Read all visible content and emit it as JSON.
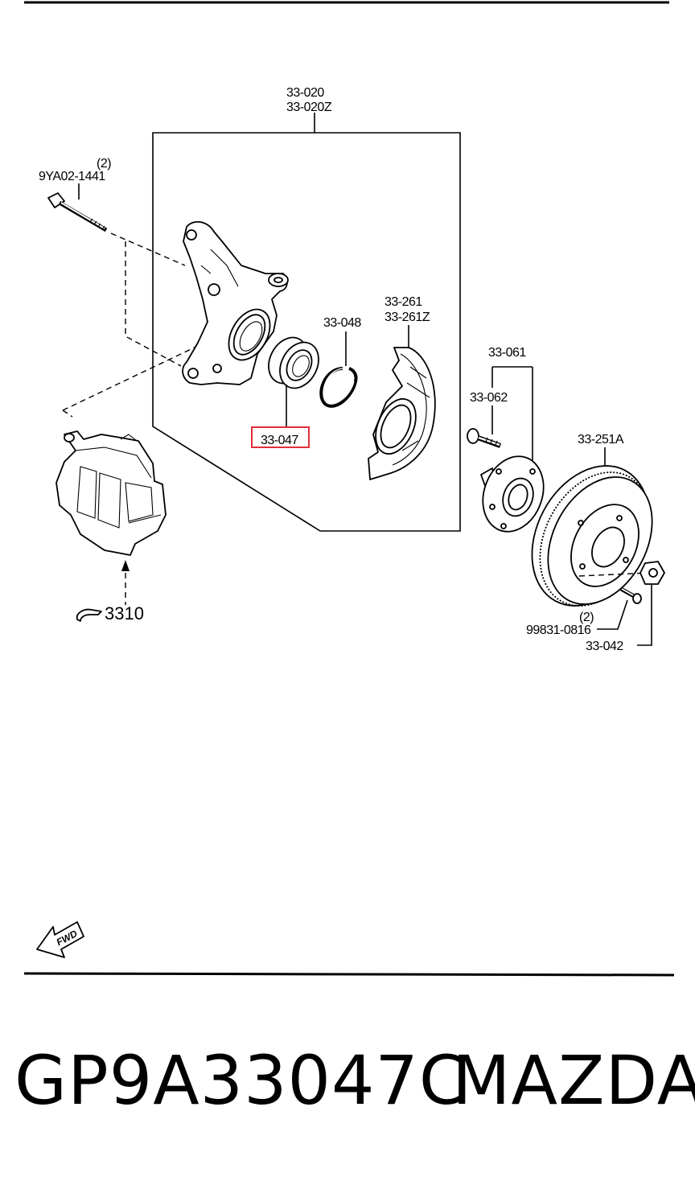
{
  "diagram": {
    "labels": {
      "knuckle_a": "33-020",
      "knuckle_b": "33-020Z",
      "bolt_qty": "(2)",
      "bolt": "9YA02-1441",
      "snap_ring": "33-048",
      "dust_cover_a": "33-261",
      "dust_cover_b": "33-261Z",
      "bearing": "33-047",
      "hub": "33-061",
      "hub_bolt": "33-062",
      "disc": "33-251A",
      "caliper_ref": "3310",
      "screw_qty": "(2)",
      "screw": "99831-0816",
      "nut": "33-042",
      "fwd": "FWD"
    },
    "highlight_color": "#e0303a"
  },
  "footer": {
    "part_number": "GP9A33047C",
    "brand": "MAZDA"
  }
}
